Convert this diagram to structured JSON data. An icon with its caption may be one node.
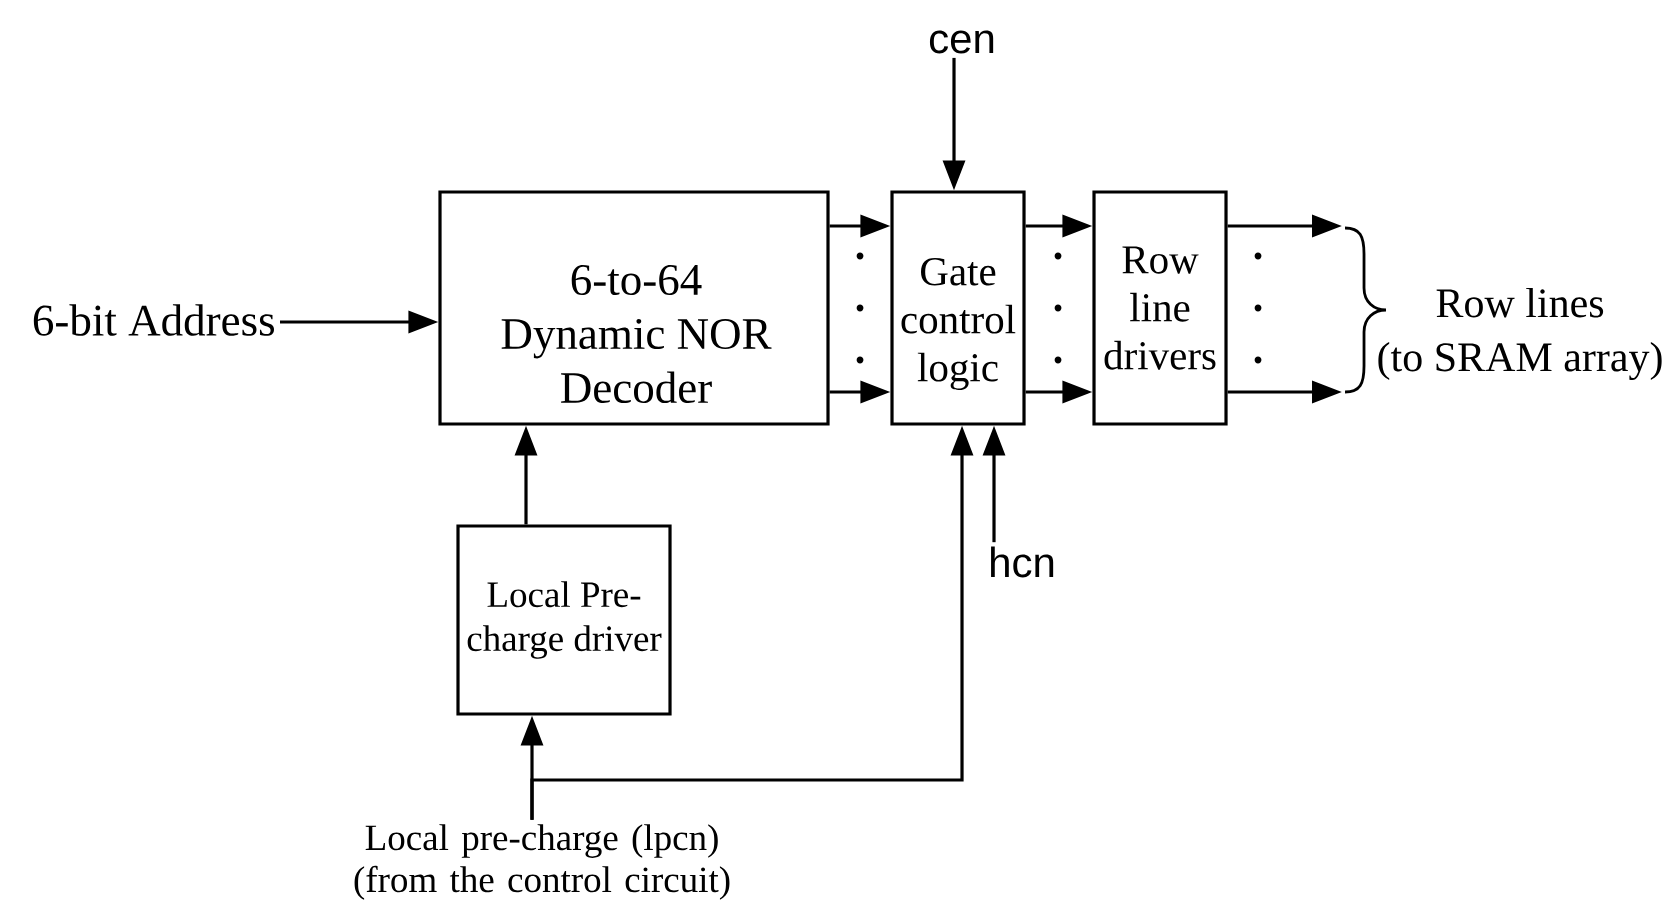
{
  "diagram": {
    "nodes": [
      {
        "text": [
          "6-bit Address"
        ]
      },
      {
        "text": [
          "6-to-64 Dynamic NOR Decoder"
        ]
      },
      {
        "text": [
          "cen"
        ]
      },
      {
        "text": [
          "Gate control logic"
        ]
      },
      {
        "text": [
          "Row line drivers"
        ]
      },
      {
        "text": [
          "Local Pre-charge driver"
        ]
      },
      {
        "text": [
          "hcn"
        ]
      },
      {
        "text": [
          "Local pre-charge (lpcn) (from the control circuit)"
        ]
      },
      {
        "text": [],
        "shape": "brace",
        "beside": [
          "Row lines (to SRAM array)"
        ]
      }
    ],
    "edges": [
      {
        "from": 0,
        "to": 1,
        "arrow": "to"
      },
      {
        "from": 1,
        "to": 3,
        "arrow": "to"
      },
      {
        "from": 1,
        "to": 3,
        "arrow": "to"
      },
      {
        "from": 2,
        "to": 3,
        "arrow": "to"
      },
      {
        "from": 3,
        "to": 4,
        "arrow": "to"
      },
      {
        "from": 3,
        "to": 4,
        "arrow": "to"
      },
      {
        "from": 4,
        "to": 8,
        "arrow": "to"
      },
      {
        "from": 4,
        "to": 8,
        "arrow": "to"
      },
      {
        "from": 5,
        "to": 1,
        "arrow": "to"
      },
      {
        "from": 6,
        "to": 3,
        "arrow": "to"
      },
      {
        "from": 7,
        "to": 5,
        "arrow": "to"
      },
      {
        "from": 7,
        "to": 3,
        "arrow": "to"
      }
    ]
  }
}
